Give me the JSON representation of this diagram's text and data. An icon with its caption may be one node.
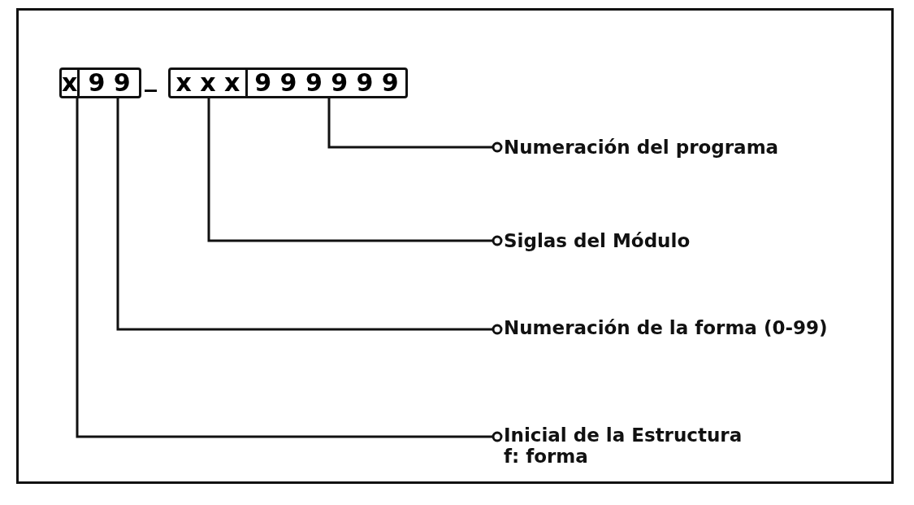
{
  "diagram": {
    "nodes": [
      {
        "text": [
          "x"
        ]
      },
      {
        "text": [
          "9 9"
        ]
      },
      {
        "text": [
          "x x x"
        ]
      },
      {
        "text": [
          "9 9 9 9 9 9"
        ]
      },
      {
        "text": [
          "Numeración del programa"
        ]
      },
      {
        "text": [
          "Siglas del Módulo"
        ]
      },
      {
        "text": [
          "Numeración de la forma (0-99)"
        ]
      },
      {
        "text": [
          "Inicial de la Estructura",
          "f: forma"
        ]
      }
    ],
    "edges": [
      {
        "from": 4,
        "to": 3,
        "arrow": "other"
      },
      {
        "from": 5,
        "to": 2,
        "arrow": "other"
      },
      {
        "from": 6,
        "to": 1,
        "arrow": "other"
      },
      {
        "from": 7,
        "to": 0,
        "arrow": "other"
      }
    ],
    "labels": [
      "_"
    ]
  }
}
